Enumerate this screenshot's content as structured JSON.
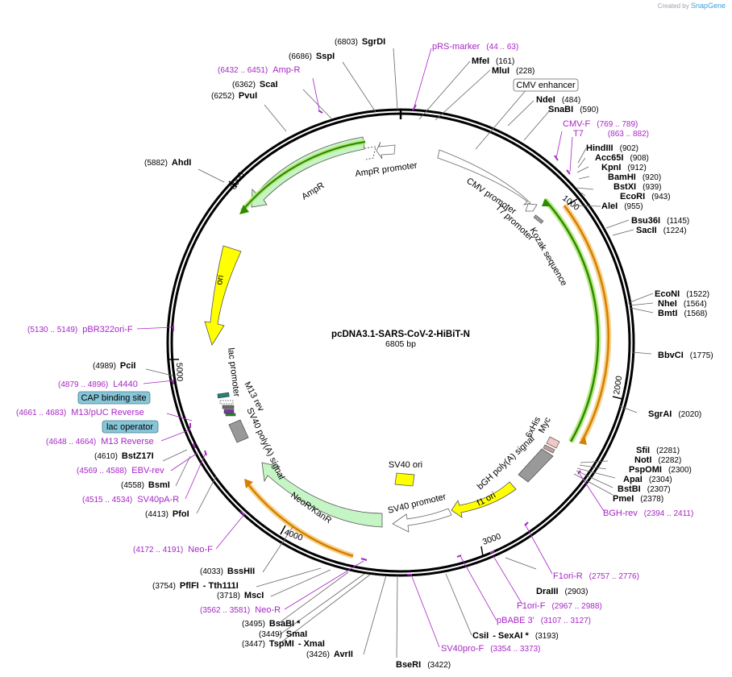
{
  "watermark": {
    "prefix": "Created by",
    "brand": "SnapGene"
  },
  "plasmid": {
    "name": "pcDNA3.1-SARS-CoV-2-HiBiT-N",
    "length": "6805 bp"
  },
  "ticks": [
    "1000",
    "2000",
    "3000",
    "4000",
    "5000",
    "6000"
  ],
  "features": {
    "cmv_promoter": "CMV promoter",
    "t7_promoter": "T7 promoter",
    "kozak": "Kozak sequence",
    "ampr_promoter": "AmpR promoter",
    "ampr": "AmpR",
    "ori": "ori",
    "lac_promoter": "lac promoter",
    "m13_rev": "M13 rev",
    "sv40_polya": "SV40 poly(A) signal",
    "neor": "NeoR/KanR",
    "sv40_promoter": "SV40 promoter",
    "sv40_ori": "SV40 ori",
    "f1_ori": "f1 ori",
    "bgh_polya": "bGH poly(A) signal",
    "his": "6xHis",
    "myc": "Myc"
  },
  "boxed": {
    "cmv_enhancer": "CMV enhancer",
    "cap_site": "CAP binding site",
    "lac_operator": "lac operator"
  },
  "enzymes": {
    "sgrdi": {
      "name": "SgrDI",
      "pos": "(6803)"
    },
    "sspi": {
      "name": "SspI",
      "pos": "(6686)"
    },
    "scai": {
      "name": "ScaI",
      "pos": "(6362)"
    },
    "pvui": {
      "name": "PvuI",
      "pos": "(6252)"
    },
    "ahdi": {
      "name": "AhdI",
      "pos": "(5882)"
    },
    "pcii": {
      "name": "PciI",
      "pos": "(4989)"
    },
    "bstz17i": {
      "name": "BstZ17I",
      "pos": "(4610)"
    },
    "bsmi": {
      "name": "BsmI",
      "pos": "(4558)"
    },
    "pfoi": {
      "name": "PfoI",
      "pos": "(4413)"
    },
    "bsshii": {
      "name": "BssHII",
      "pos": "(4033)"
    },
    "pflfi": {
      "name": "PflFI",
      "pos": "(3754)",
      "extra": "- Tth111I"
    },
    "msci": {
      "name": "MscI",
      "pos": "(3718)"
    },
    "bsabi": {
      "name": "BsaBI *",
      "pos": "(3495)"
    },
    "smai": {
      "name": "SmaI",
      "pos": "(3449)"
    },
    "tspmi": {
      "name": "TspMI",
      "pos": "(3447)",
      "extra": "- XmaI"
    },
    "avrii": {
      "name": "AvrII",
      "pos": "(3426)"
    },
    "bseri": {
      "name": "BseRI",
      "pos": "(3422)"
    },
    "csii": {
      "name": "CsiI",
      "pos": "(3193)",
      "extra": "- SexAI *"
    },
    "draiii": {
      "name": "DraIII",
      "pos": "(2903)"
    },
    "pmei": {
      "name": "PmeI",
      "pos": "(2378)"
    },
    "bstbi": {
      "name": "BstBI",
      "pos": "(2307)"
    },
    "apai": {
      "name": "ApaI",
      "pos": "(2304)"
    },
    "pspomi": {
      "name": "PspOMI",
      "pos": "(2300)"
    },
    "noti": {
      "name": "NotI",
      "pos": "(2282)"
    },
    "sfii": {
      "name": "SfiI",
      "pos": "(2281)"
    },
    "sgrai": {
      "name": "SgrAI",
      "pos": "(2020)"
    },
    "bbvci": {
      "name": "BbvCI",
      "pos": "(1775)"
    },
    "bmti": {
      "name": "BmtI",
      "pos": "(1568)"
    },
    "nhei": {
      "name": "NheI",
      "pos": "(1564)"
    },
    "econi": {
      "name": "EcoNI",
      "pos": "(1522)"
    },
    "sacii": {
      "name": "SacII",
      "pos": "(1224)"
    },
    "bsu36i": {
      "name": "Bsu36I",
      "pos": "(1145)"
    },
    "alei": {
      "name": "AleI",
      "pos": "(955)"
    },
    "ecori": {
      "name": "EcoRI",
      "pos": "(943)"
    },
    "bstxi": {
      "name": "BstXI",
      "pos": "(939)"
    },
    "bamhi": {
      "name": "BamHI",
      "pos": "(920)"
    },
    "kpni": {
      "name": "KpnI",
      "pos": "(912)"
    },
    "acc65i": {
      "name": "Acc65I",
      "pos": "(908)"
    },
    "hindiii": {
      "name": "HindIII",
      "pos": "(902)"
    },
    "snabi": {
      "name": "SnaBI",
      "pos": "(590)"
    },
    "ndei": {
      "name": "NdeI",
      "pos": "(484)"
    },
    "mlui": {
      "name": "MluI",
      "pos": "(228)"
    },
    "mfei": {
      "name": "MfeI",
      "pos": "(161)"
    }
  },
  "primers": {
    "prs_marker": {
      "name": "pRS-marker",
      "pos": "(44 .. 63)"
    },
    "amp_r": {
      "name": "Amp-R",
      "pos": "(6432 .. 6451)"
    },
    "pbr322ori_f": {
      "name": "pBR322ori-F",
      "pos": "(5130 .. 5149)"
    },
    "l4440": {
      "name": "L4440",
      "pos": "(4879 .. 4896)"
    },
    "m13puc_rev": {
      "name": "M13/pUC Reverse",
      "pos": "(4661 .. 4683)"
    },
    "m13_reverse": {
      "name": "M13 Reverse",
      "pos": "(4648 .. 4664)"
    },
    "ebv_rev": {
      "name": "EBV-rev",
      "pos": "(4569 .. 4588)"
    },
    "sv40pa_r": {
      "name": "SV40pA-R",
      "pos": "(4515 .. 4534)"
    },
    "neo_f": {
      "name": "Neo-F",
      "pos": "(4172 .. 4191)"
    },
    "neo_r": {
      "name": "Neo-R",
      "pos": "(3562 .. 3581)"
    },
    "sv40pro_f": {
      "name": "SV40pro-F",
      "pos": "(3354 .. 3373)"
    },
    "pbabe3": {
      "name": "pBABE 3'",
      "pos": "(3107 .. 3127)"
    },
    "f1ori_f": {
      "name": "F1ori-F",
      "pos": "(2967 .. 2988)"
    },
    "f1ori_r": {
      "name": "F1ori-R",
      "pos": "(2757 .. 2776)"
    },
    "bgh_rev": {
      "name": "BGH-rev",
      "pos": "(2394 .. 2411)"
    },
    "cmv_f": {
      "name": "CMV-F",
      "pos": "(769 .. 789)"
    },
    "t7": {
      "name": "T7",
      "pos": "(863 .. 882)"
    }
  },
  "colors": {
    "backbone": "#000000",
    "promoter": "#ffffff",
    "marker": "#c5f5c5",
    "ori": "#ffff00",
    "polya": "#999999",
    "orf_green": "#2e8b00",
    "orf_orange": "#e08a00",
    "primer": "#a726c6",
    "box_fill": "#87c5d8"
  }
}
